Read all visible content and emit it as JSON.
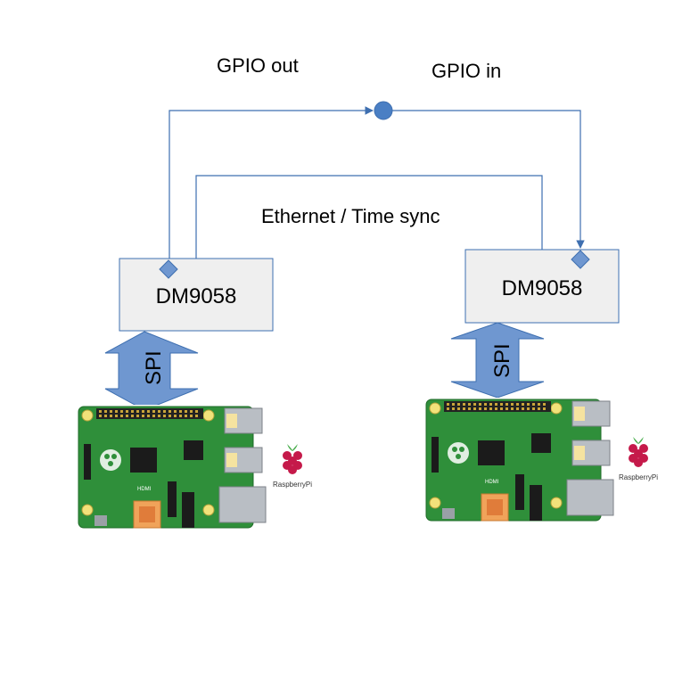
{
  "labels": {
    "gpio_out": "GPIO out",
    "gpio_in": "GPIO in",
    "ethernet": "Ethernet / Time sync"
  },
  "left_node": {
    "chip_label": "DM9058",
    "bus_label": "SPI",
    "board_brand": "RaspberryPi"
  },
  "right_node": {
    "chip_label": "DM9058",
    "bus_label": "SPI",
    "board_brand": "RaspberryPi"
  },
  "colors": {
    "line": "#3e6fb0",
    "node_fill": "#4a7fc4",
    "arrow_fill": "#6f97d0",
    "box_fill": "#efefef",
    "box_stroke": "#3e6fb0",
    "pcb": "#2f8f3a",
    "raspberry": "#c51a4a"
  },
  "icons": {
    "junction": "circle-node-icon",
    "port": "diamond-port-icon",
    "board": "raspberry-pi-board-icon",
    "logo": "raspberry-logo-icon"
  }
}
